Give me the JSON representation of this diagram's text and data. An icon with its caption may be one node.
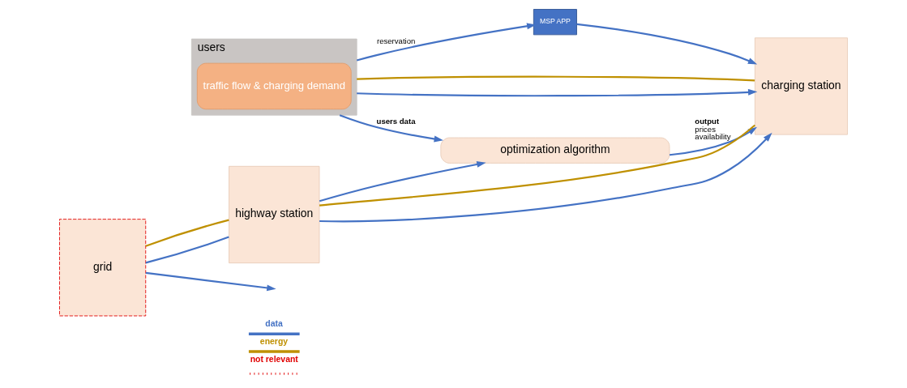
{
  "diagram": {
    "nodes": [
      {
        "text": [
          "optimization algorithm"
        ]
      },
      {
        "text": [
          "MSP APP"
        ]
      },
      {
        "text": [
          "users"
        ]
      },
      {
        "text": [
          "traffic flow & charging demand"
        ],
        "in": 2
      },
      {
        "text": [
          "charging station"
        ]
      },
      {
        "text": [
          "highway station"
        ]
      },
      {
        "text": [
          "grid"
        ]
      }
    ],
    "edges": [
      {
        "from": 2,
        "to": 0,
        "arrow": "to",
        "label": "**users data**"
      },
      {
        "from": 2,
        "to": 1,
        "arrow": "to",
        "label": "reservation"
      },
      {
        "from": 1,
        "to": 4,
        "arrow": "to"
      },
      {
        "from": 0,
        "to": 4,
        "arrow": "to",
        "label": "**output** prices availability"
      },
      {
        "from": 2,
        "to": 4,
        "arrow": "to"
      },
      {
        "from": 2,
        "to": 4,
        "arrow": "none",
        "color": "#bf9000"
      },
      {
        "from": 5,
        "to": 4,
        "arrow": "to"
      },
      {
        "from": 5,
        "to": 4,
        "arrow": "none",
        "color": "#bf9000"
      },
      {
        "from": 5,
        "to": 0,
        "arrow": "to"
      },
      {
        "from": 6,
        "to": 5,
        "arrow": "none"
      },
      {
        "from": 6,
        "to": 5,
        "arrow": "none",
        "color": "#bf9000"
      },
      {
        "from": 6,
        "to": null,
        "arrow": "to"
      }
    ],
    "legend": [
      {
        "text": "data",
        "color": "#4472c4"
      },
      {
        "text": "energy",
        "color": "#bf9000"
      },
      {
        "text": "not relevant"
      }
    ]
  }
}
